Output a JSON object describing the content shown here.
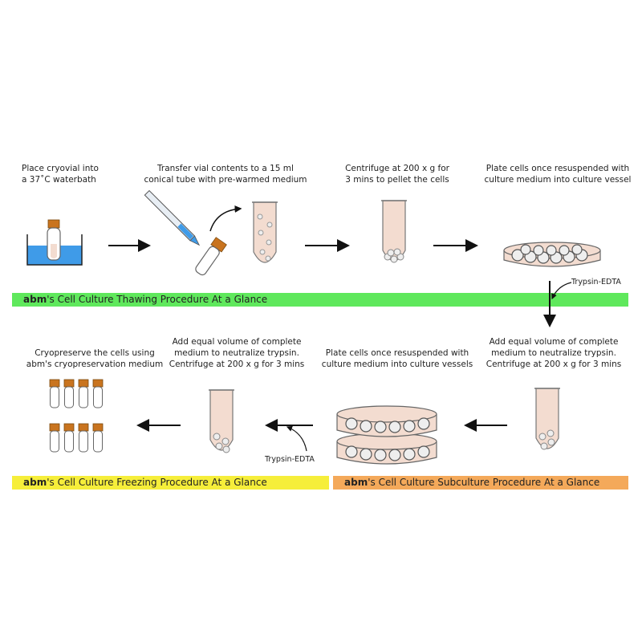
{
  "steps": {
    "thaw_1": "Place cryovial into\na 37˚C waterbath",
    "thaw_2": "Transfer vial contents to a 15 ml\nconical tube with pre-warmed medium",
    "thaw_3": "Centrifuge at 200 x g for\n3 mins to pellet the cells",
    "thaw_4": "Plate cells once resuspended with\nculture medium into culture vessel",
    "sub_1": "Add equal volume of complete\nmedium to neutralize trypsin.\nCentrifuge at 200 x g for 3 mins",
    "sub_2": "Plate cells once resuspended with\nculture medium into culture vessels",
    "freeze_1": "Add equal volume of complete\nmedium to neutralize trypsin.\nCentrifuge at 200 x g for 3 mins",
    "freeze_2": "Cryopreserve the cells using\nabm's cryopreservation medium"
  },
  "labels": {
    "trypsin_1": "Trypsin-EDTA",
    "trypsin_2": "Trypsin-EDTA"
  },
  "banners": {
    "brand": "abm",
    "thawing": "'s Cell Culture Thawing Procedure At a Glance",
    "freezing": "'s Cell Culture Freezing Procedure At a Glance",
    "subculture": "'s Cell Culture Subculture Procedure At a Glance"
  },
  "colors": {
    "thawing_banner": "#5fe85c",
    "freezing_banner": "#f6ee3a",
    "subculture_banner": "#f4a95a",
    "water": "#3f9be8",
    "medium": "#f3dcd0",
    "cap": "#c9741f"
  }
}
